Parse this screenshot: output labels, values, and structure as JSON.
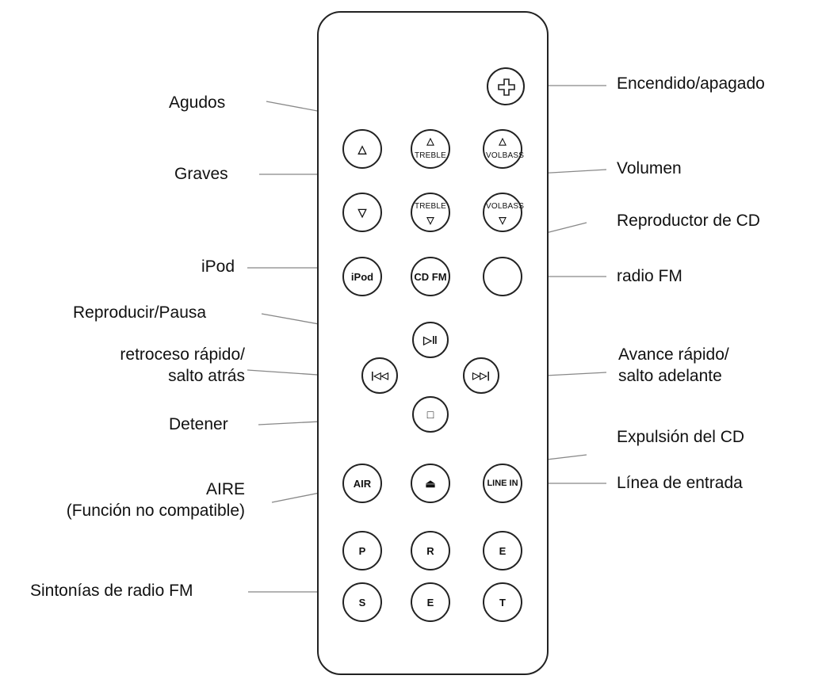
{
  "labels": {
    "power": "Encendido/apagado",
    "treble": "Agudos",
    "bass": "Graves",
    "volume": "Volumen",
    "cd_player": "Reproductor de CD",
    "ipod": "iPod",
    "fm_radio": "radio FM",
    "play_pause": "Reproducir/Pausa",
    "rewind_line1": "retroceso rápido/",
    "rewind_line2": "salto atrás",
    "forward_line1": "Avance rápido/",
    "forward_line2": "salto adelante",
    "stop": "Detener",
    "eject": "Expulsión del CD",
    "air_line1": "AIRE",
    "air_line2": "(Función no compatible)",
    "line_in": "Línea de entrada",
    "presets": "Sintonías de radio FM"
  },
  "buttons": {
    "treble_text": "TREBLE",
    "volbass_text": "VOLBASS",
    "ipod": "iPod",
    "cd_fm": "CD FM",
    "air": "AIR",
    "line_in": "LINE IN",
    "p": "P",
    "r": "R",
    "e1": "E",
    "s": "S",
    "e2": "E",
    "t": "T",
    "up_arrow": "△",
    "down_arrow": "▽",
    "play_pause_glyph": "▷‖",
    "rewind_glyph": "|◁◁",
    "forward_glyph": "▷▷|",
    "stop_glyph": "□",
    "eject_glyph": "⏏"
  },
  "icons": {
    "power": "power-cross-icon",
    "up": "triangle-up-icon",
    "down": "triangle-down-icon"
  },
  "colors": {
    "line": "#888888",
    "outline": "#222222",
    "text": "#111111"
  }
}
